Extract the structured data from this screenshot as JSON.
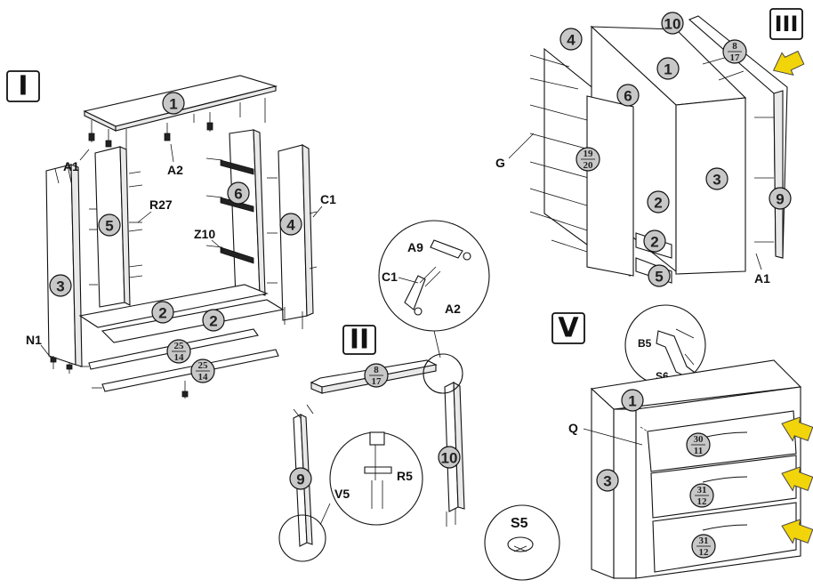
{
  "steps": {
    "I": "I",
    "II": "II",
    "III": "III",
    "V": "V"
  },
  "step1": {
    "parts": {
      "top": "1",
      "side_right": "4",
      "side_left": "3",
      "inner_left": "5",
      "inner_right": "6",
      "rail_a": "2",
      "rail_b": "2",
      "rail_c_top": "25",
      "rail_c_bottom": "14",
      "rail_d_top": "25",
      "rail_d_bottom": "14"
    },
    "labels": {
      "a1": "A1",
      "a2": "A2",
      "r27": "R27",
      "z10": "Z10",
      "c1": "C1",
      "n1": "N1"
    }
  },
  "step2": {
    "parts": {
      "frame_top_top": "8",
      "frame_top_bottom": "17",
      "leg_left": "9",
      "leg_right": "10"
    },
    "labels": {
      "a9": "A9",
      "c1": "C1",
      "a2": "A2",
      "v5": "V5",
      "r5": "R5",
      "s5": "S5"
    }
  },
  "step3": {
    "parts": {
      "side": "4",
      "top": "1",
      "divider": "6",
      "back_top": "19",
      "back_bottom": "20",
      "right_side": "3",
      "rail_a": "2",
      "rail_b": "2",
      "base": "5",
      "frame_leg": "9",
      "frame_top": "10",
      "frame_bar_top": "8",
      "frame_bar_bottom": "17"
    },
    "labels": {
      "g": "G",
      "a1": "A1"
    }
  },
  "step5": {
    "parts": {
      "top": "1",
      "side": "3",
      "drawer1_top": "30",
      "drawer1_bottom": "11",
      "drawer2_top": "31",
      "drawer2_bottom": "12",
      "drawer3_top": "31",
      "drawer3_bottom": "12"
    },
    "labels": {
      "q": "Q",
      "b5": "B5",
      "s6": "S6"
    }
  },
  "colors": {
    "badge": "#c8c8c8",
    "arrow": "#f2d40a",
    "line": "#111111"
  }
}
